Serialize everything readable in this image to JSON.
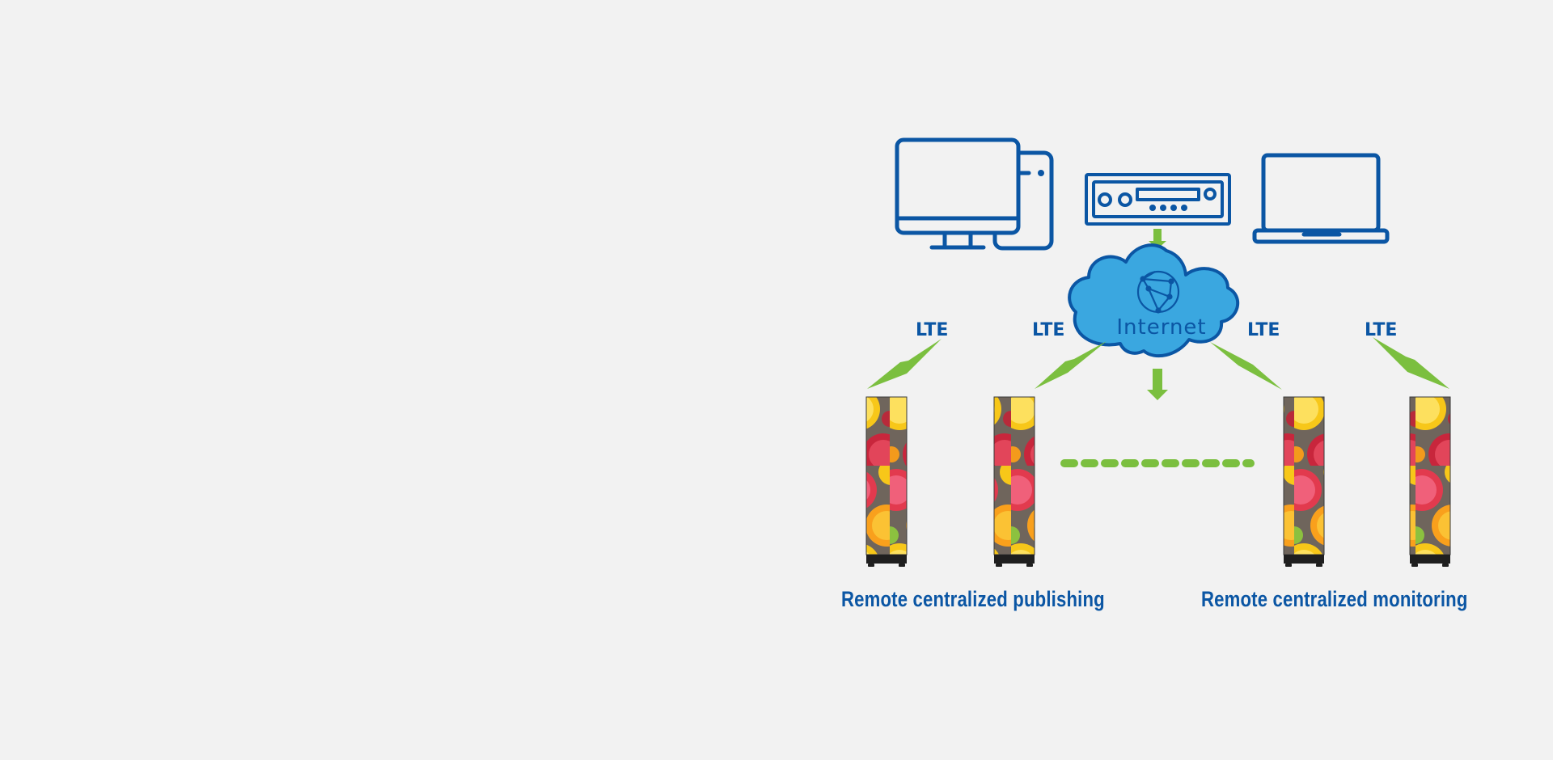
{
  "colors": {
    "background": "#f2f2f2",
    "primary_blue": "#0b56a4",
    "cloud_fill": "#3aa7e0",
    "green": "#7bbf3f"
  },
  "devices": {
    "desktop": "desktop-computer-icon",
    "server": "network-receiver-icon",
    "laptop": "laptop-icon"
  },
  "cloud": {
    "label": "Internet",
    "icon": "globe-icon"
  },
  "lte_labels": [
    "LTE",
    "LTE",
    "LTE",
    "LTE"
  ],
  "captions": {
    "publishing": "Remote centralized publishing",
    "monitoring": "Remote centralized monitoring"
  }
}
